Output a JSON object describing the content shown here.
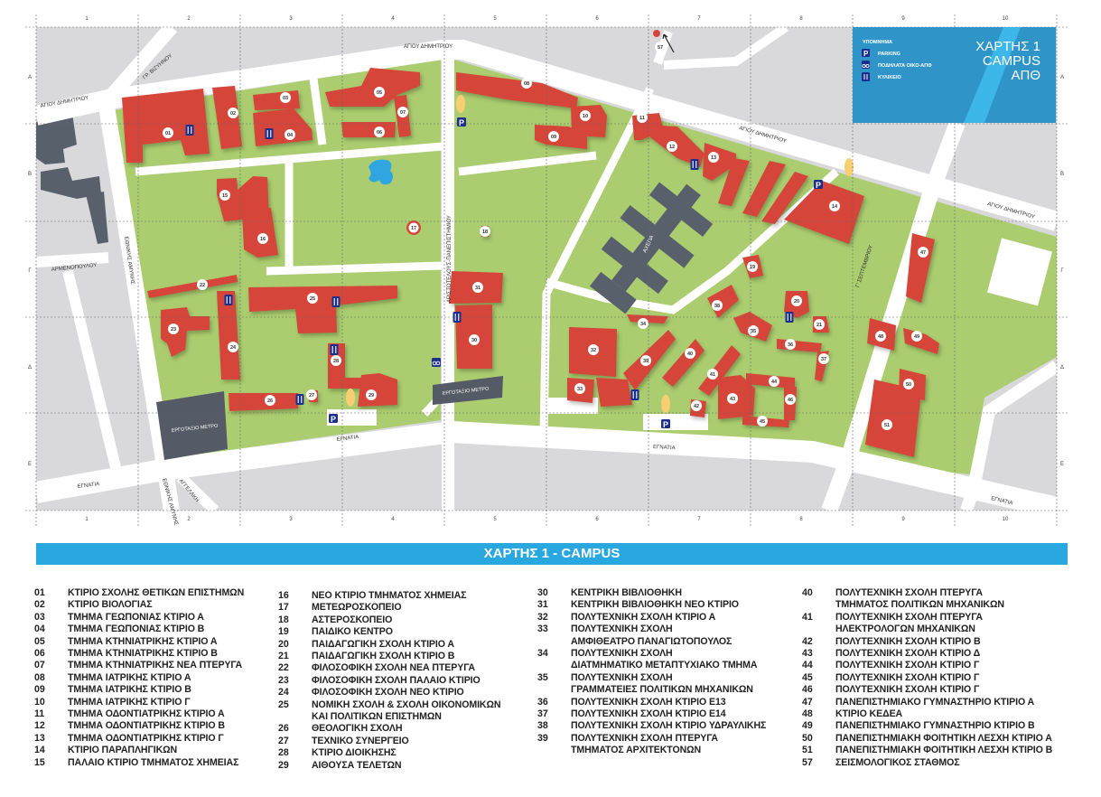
{
  "map": {
    "grid_columns": [
      "1",
      "2",
      "3",
      "4",
      "5",
      "6",
      "7",
      "8",
      "9",
      "10"
    ],
    "grid_rows": [
      "Α",
      "Β",
      "Γ",
      "Δ",
      "Ε"
    ],
    "streets": {
      "agiou_dimitriou": "ΑΓΙΟΥ ΔΗΜΗΤΡΙΟΥ",
      "vizyinou": "ΓΡ. ΒΙΖΥΗΝΟΥ",
      "armenopoulou": "ΑΡΜΕΝΟΠΟΥΛΟΥ",
      "ethnikis_amynis": "ΕΘΝΙΚΗΣ ΑΜΥΝΗΣ",
      "egnatia": "ΕΓΝΑΤΙΑ",
      "angelaki": "ΑΓΓΕΛΑΚΗ",
      "aristotelous": "ΑΡΙΣΤΟΤΕΛΟΥΣ-ΠΑΝΕΠΙΣΤΗΜΙΟΥ",
      "septemvriou": "Γ' ΣΕΠΤΕΜΒΡΙΟΥ"
    },
    "landmarks": {
      "hospital": "ΑΧΕΠΑ",
      "metro_site": "ΕΡΓΟΤΑΞΙΟ ΜΕΤΡΟ"
    },
    "markers": [
      "01",
      "02",
      "03",
      "04",
      "05",
      "06",
      "07",
      "08",
      "09",
      "10",
      "11",
      "12",
      "13",
      "14",
      "15",
      "16",
      "17",
      "18",
      "19",
      "20",
      "21",
      "22",
      "23",
      "24",
      "25",
      "26",
      "27",
      "28",
      "29",
      "30",
      "31",
      "32",
      "33",
      "34",
      "35",
      "36",
      "37",
      "38",
      "39",
      "40",
      "41",
      "42",
      "43",
      "44",
      "45",
      "46",
      "47",
      "48",
      "49",
      "50",
      "51",
      "57"
    ],
    "legend": {
      "title": "ΥΠΟΜΝΗΜΑ",
      "items": [
        {
          "icon": "parking-icon",
          "label": "PARKING"
        },
        {
          "icon": "bicycle-icon",
          "label": "ΠΟΔΗΛΑΤΑ ΟΙΚΟ-ΑΠΘ"
        },
        {
          "icon": "restaurant-icon",
          "label": "ΚΥΛΙΚΕΙΟ"
        }
      ],
      "map_title": [
        "ΧΑΡΤΗΣ 1",
        "CAMPUS",
        "ΑΠΘ"
      ]
    },
    "colors": {
      "building": "#d6453a",
      "green": "#abcd6f",
      "grey": "#d9d9db",
      "legend": "#2f95c8",
      "banner": "#29a8e0",
      "icon": "#1b2f8a"
    }
  },
  "banner_title": "ΧΑΡΤΗΣ 1 - CAMPUS",
  "buildings_list": [
    [
      {
        "num": "01",
        "text": [
          "ΚΤΙΡΙΟ ΣΧΟΛΗΣ ΘΕΤΙΚΩΝ ΕΠΙΣΤΗΜΩΝ"
        ]
      },
      {
        "num": "02",
        "text": [
          "ΚΤΙΡΙΟ ΒΙΟΛΟΓΙΑΣ"
        ]
      },
      {
        "num": "03",
        "text": [
          "ΤΜΗΜΑ ΓΕΩΠΟΝΙΑΣ ΚΤΙΡΙΟ Α"
        ]
      },
      {
        "num": "04",
        "text": [
          "ΤΜΗΜΑ ΓΕΩΠΟΝΙΑΣ ΚΤΙΡΙΟ Β"
        ]
      },
      {
        "num": "05",
        "text": [
          "ΤΜΗΜΑ ΚΤΗΝΙΑΤΡΙΚΗΣ ΚΤΙΡΙΟ Α"
        ]
      },
      {
        "num": "06",
        "text": [
          "ΤΜΗΜΑ ΚΤΗΝΙΑΤΡΙΚΗΣ ΚΤΙΡΙΟ Β"
        ]
      },
      {
        "num": "07",
        "text": [
          "ΤΜΗΜΑ ΚΤΗΝΙΑΤΡΙΚΗΣ ΝΕΑ ΠΤΕΡΥΓΑ"
        ]
      },
      {
        "num": "08",
        "text": [
          "ΤΜΗΜΑ ΙΑΤΡΙΚΗΣ ΚΤΙΡΙΟ Α"
        ]
      },
      {
        "num": "09",
        "text": [
          "ΤΜΗΜΑ ΙΑΤΡΙΚΗΣ ΚΤΙΡΙΟ Β"
        ]
      },
      {
        "num": "10",
        "text": [
          "ΤΜΗΜΑ ΙΑΤΡΙΚΗΣ ΚΤΙΡΙΟ Γ"
        ]
      },
      {
        "num": "11",
        "text": [
          "ΤΜΗΜΑ ΟΔΟΝΤΙΑΤΡΙΚΗΣ ΚΤΙΡΙΟ Α"
        ]
      },
      {
        "num": "12",
        "text": [
          "ΤΜΗΜΑ ΟΔΟΝΤΙΑΤΡΙΚΗΣ ΚΤΙΡΙΟ Β"
        ]
      },
      {
        "num": "13",
        "text": [
          "ΤΜΗΜΑ ΟΔΟΝΤΙΑΤΡΙΚΗΣ ΚΤΙΡΙΟ Γ"
        ]
      },
      {
        "num": "14",
        "text": [
          "ΚΤΙΡΙΟ ΠΑΡΑΠΛΗΓΙΚΩΝ"
        ]
      },
      {
        "num": "15",
        "text": [
          "ΠΑΛΑΙΟ ΚΤΙΡΙΟ ΤΜΗΜΑΤΟΣ ΧΗΜΕΙΑΣ"
        ]
      }
    ],
    [
      {
        "num": "16",
        "text": [
          "ΝΕΟ ΚΤΙΡΙΟ ΤΜΗΜΑΤΟΣ ΧΗΜΕΙΑΣ"
        ]
      },
      {
        "num": "17",
        "text": [
          "ΜΕΤΕΩΡΟΣΚΟΠΕΙΟ"
        ]
      },
      {
        "num": "18",
        "text": [
          "ΑΣΤΕΡΟΣΚΟΠΕΙΟ"
        ]
      },
      {
        "num": "19",
        "text": [
          "ΠΑΙΔΙΚΟ ΚΕΝΤΡΟ"
        ]
      },
      {
        "num": "20",
        "text": [
          "ΠΑΙΔΑΓΩΓΙΚΗ ΣΧΟΛΗ ΚΤΙΡΙΟ Α"
        ]
      },
      {
        "num": "21",
        "text": [
          "ΠΑΙΔΑΓΩΓΙΚΗ ΣΧΟΛΗ ΚΤΙΡΙΟ Β"
        ]
      },
      {
        "num": "22",
        "text": [
          "ΦΙΛΟΣΟΦΙΚΗ ΣΧΟΛΗ ΝΕΑ ΠΤΕΡΥΓΑ"
        ]
      },
      {
        "num": "23",
        "text": [
          "ΦΙΛΟΣΟΦΙΚΗ ΣΧΟΛΗ ΠΑΛΑΙΟ ΚΤΙΡΙΟ"
        ]
      },
      {
        "num": "24",
        "text": [
          "ΦΙΛΟΣΟΦΙΚΗ ΣΧΟΛΗ ΝΕΟ ΚΤΙΡΙΟ"
        ]
      },
      {
        "num": "25",
        "text": [
          "ΝΟΜΙΚΗ ΣΧΟΛΗ & ΣΧΟΛΗ ΟΙΚΟΝΟΜΙΚΩΝ",
          "ΚΑΙ ΠΟΛΙΤΙΚΩΝ ΕΠΙΣΤΗΜΩΝ"
        ]
      },
      {
        "num": "26",
        "text": [
          "ΘΕΟΛΟΓΙΚΗ ΣΧΟΛΗ"
        ]
      },
      {
        "num": "27",
        "text": [
          "ΤΕΧΝΙΚΟ ΣΥΝΕΡΓΕΙΟ"
        ]
      },
      {
        "num": "28",
        "text": [
          "ΚΤΙΡΙΟ ΔΙΟΙΚΗΣΗΣ"
        ]
      },
      {
        "num": "29",
        "text": [
          "ΑΙΘΟΥΣΑ ΤΕΛΕΤΩΝ"
        ]
      }
    ],
    [
      {
        "num": "30",
        "text": [
          "ΚΕΝΤΡΙΚΗ ΒΙΒΛΙΟΘΗΚΗ"
        ]
      },
      {
        "num": "31",
        "text": [
          "ΚΕΝΤΡΙΚΗ ΒΙΒΛΙΟΘΗΚΗ ΝΕΟ ΚΤΙΡΙΟ"
        ]
      },
      {
        "num": "32",
        "text": [
          "ΠΟΛΥΤΕΧΝΙΚΗ ΣΧΟΛΗ ΚΤΙΡΙΟ Α"
        ]
      },
      {
        "num": "33",
        "text": [
          "ΠΟΛΥΤΕΧΝΙΚΗ ΣΧΟΛΗ",
          "ΑΜΦΙΘΕΑΤΡΟ ΠΑΝΑΓΙΩΤΟΠΟΥΛΟΣ"
        ]
      },
      {
        "num": "34",
        "text": [
          "ΠΟΛΥΤΕΧΝΙΚΗ ΣΧΟΛΗ",
          "ΔΙΑΤΜΗΜΑΤΙΚΟ ΜΕΤΑΠΤΥΧΙΑΚΟ ΤΜΗΜΑ"
        ]
      },
      {
        "num": "35",
        "text": [
          "ΠΟΛΥΤΕΧΝΙΚΗ ΣΧΟΛΗ",
          "ΓΡΑΜΜΑΤΕΙΕΣ ΠΟΛΙΤΙΚΩΝ ΜΗΧΑΝΙΚΩΝ"
        ]
      },
      {
        "num": "36",
        "text": [
          "ΠΟΛΥΤΕΧΝΙΚΗ ΣΧΟΛΗ ΚΤΙΡΙΟ Ε13"
        ]
      },
      {
        "num": "37",
        "text": [
          "ΠΟΛΥΤΕΧΝΙΚΗ ΣΧΟΛΗ ΚΤΙΡΙΟ Ε14"
        ]
      },
      {
        "num": "38",
        "text": [
          "ΠΟΛΥΤΕΧΝΙΚΗ ΣΧΟΛΗ ΚΤΙΡΙΟ ΥΔΡΑΥΛΙΚΗΣ"
        ]
      },
      {
        "num": "39",
        "text": [
          "ΠΟΛΥΤΕΧΝΙΚΗ ΣΧΟΛΗ ΠΤΕΡΥΓΑ",
          "ΤΜΗΜΑΤΟΣ ΑΡΧΙΤΕΚΤΟΝΩΝ"
        ]
      }
    ],
    [
      {
        "num": "40",
        "text": [
          "ΠΟΛΥΤΕΧΝΙΚΗ ΣΧΟΛΗ ΠΤΕΡΥΓΑ",
          "ΤΜΗΜΑΤΟΣ ΠΟΛΙΤΙΚΩΝ ΜΗΧΑΝΙΚΩΝ"
        ]
      },
      {
        "num": "41",
        "text": [
          "ΠΟΛΥΤΕΧΝΙΚΗ ΣΧΟΛΗ ΠΤΕΡΥΓΑ",
          "ΗΛΕΚΤΡΟΛΟΓΩΝ ΜΗΧΑΝΙΚΩΝ"
        ]
      },
      {
        "num": "42",
        "text": [
          "ΠΟΛΥΤΕΧΝΙΚΗ ΣΧΟΛΗ ΚΤΙΡΙΟ Β"
        ]
      },
      {
        "num": "43",
        "text": [
          "ΠΟΛΥΤΕΧΝΙΚΗ ΣΧΟΛΗ ΚΤΙΡΙΟ Δ"
        ]
      },
      {
        "num": "44",
        "text": [
          "ΠΟΛΥΤΕΧΝΙΚΗ ΣΧΟΛΗ ΚΤΙΡΙΟ Γ"
        ]
      },
      {
        "num": "45",
        "text": [
          "ΠΟΛΥΤΕΧΝΙΚΗ ΣΧΟΛΗ ΚΤΙΡΙΟ Γ"
        ]
      },
      {
        "num": "46",
        "text": [
          "ΠΟΛΥΤΕΧΝΙΚΗ ΣΧΟΛΗ ΚΤΙΡΙΟ Γ"
        ]
      },
      {
        "num": "47",
        "text": [
          "ΠΑΝΕΠΙΣΤΗΜΙΑΚΟ ΓΥΜΝΑΣΤΗΡΙΟ ΚΤΙΡΙΟ Α"
        ]
      },
      {
        "num": "48",
        "text": [
          "ΚΤΙΡΙΟ ΚΕΔΕΑ"
        ]
      },
      {
        "num": "49",
        "text": [
          "ΠΑΝΕΠΙΣΤΗΜΙΑΚΟ ΓΥΜΝΑΣΤΗΡΙΟ ΚΤΙΡΙΟ Β"
        ]
      },
      {
        "num": "50",
        "text": [
          "ΠΑΝΕΠΙΣΤΗΜΙΑΚΗ ΦΟΙΤΗΤΙΚΗ ΛΕΣΧΗ ΚΤΙΡΙΟ Α"
        ]
      },
      {
        "num": "51",
        "text": [
          "ΠΑΝΕΠΙΣΤΗΜΙΑΚΗ ΦΟΙΤΗΤΙΚΗ ΛΕΣΧΗ ΚΤΙΡΙΟ Β"
        ]
      },
      {
        "num": "57",
        "text": [
          "ΣΕΙΣΜΟΛΟΓΙΚΟΣ ΣΤΑΘΜΟΣ"
        ]
      }
    ]
  ]
}
